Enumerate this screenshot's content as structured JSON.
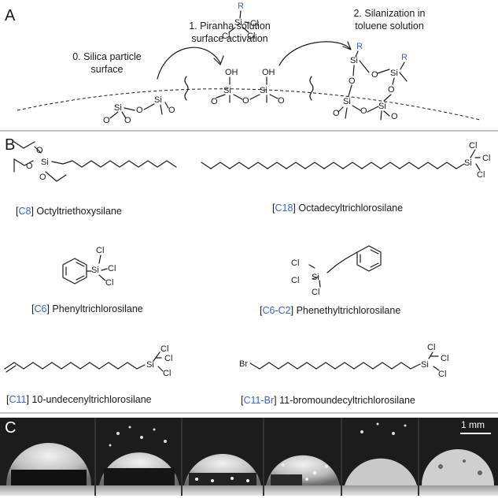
{
  "panel_letters": {
    "a": "A",
    "b": "B",
    "c": "C"
  },
  "panel_a": {
    "step0": [
      "0. Silica particle",
      "surface"
    ],
    "step1": [
      "1. Piranha solution",
      "surface activation"
    ],
    "step2": [
      "2. Silanization in",
      "toluene solution"
    ],
    "atoms": {
      "si": "Si",
      "o": "O",
      "oh": "OH",
      "cl": "Cl",
      "r": "R"
    }
  },
  "panel_b": {
    "compounds": [
      {
        "code": "C8",
        "name": "Octyltriethoxysilane"
      },
      {
        "code": "C18",
        "name": "Octadecyltrichlorosilane"
      },
      {
        "code": "C6",
        "name": "Phenyltrichlorosilane"
      },
      {
        "code": "C6-C2",
        "name": "Phenethyltrichlorosilane"
      },
      {
        "code": "C11",
        "name": "10-undecenyltrichlorosilane"
      },
      {
        "code": "C11-Br",
        "name": "11-bromoundecyltrichlorosilane"
      }
    ],
    "atoms": {
      "br": "Br"
    }
  },
  "panel_c": {
    "scale_bar": "1 mm",
    "frames": [
      "frame-1",
      "frame-2",
      "frame-3",
      "frame-4",
      "frame-5",
      "frame-6"
    ]
  },
  "colors": {
    "label_accent": "#3a62c9"
  }
}
